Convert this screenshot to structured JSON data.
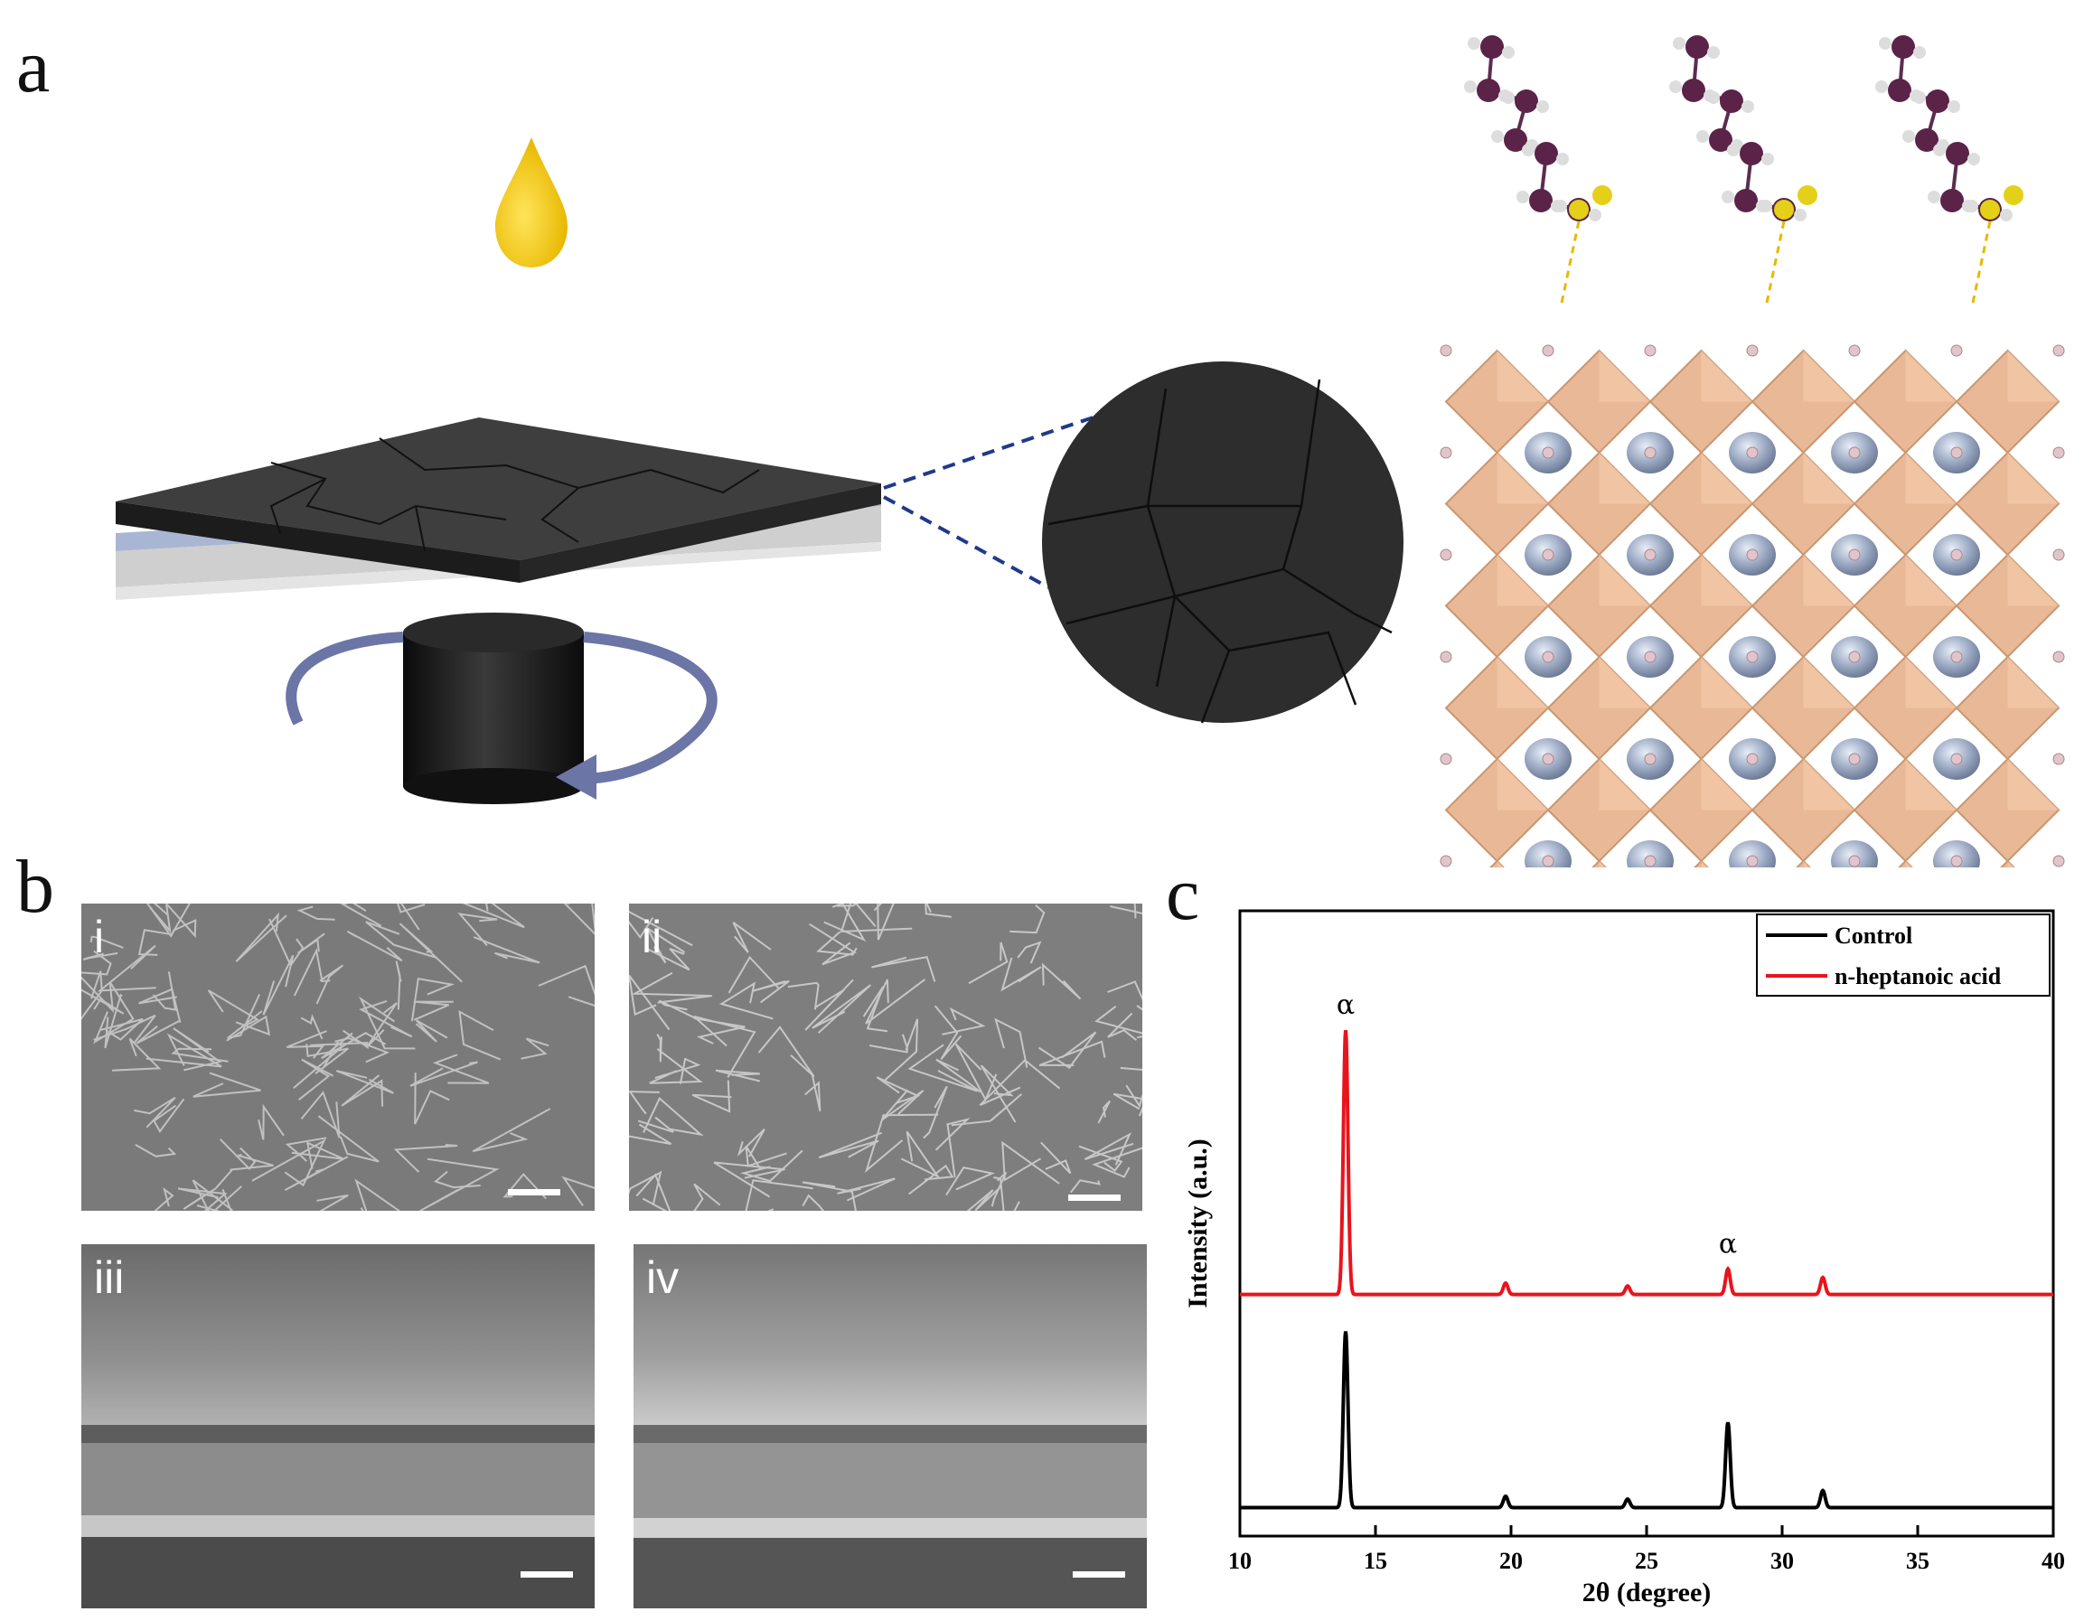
{
  "figure": {
    "panel_labels": {
      "a": "a",
      "b": "b",
      "c": "c"
    },
    "sem_labels": [
      "i",
      "ii",
      "iii",
      "iv"
    ]
  },
  "chart_data": {
    "type": "line",
    "xlabel": "2θ (degree)",
    "ylabel": "Intensity (a.u.)",
    "xlim": [
      10,
      40
    ],
    "xticks": [
      10,
      15,
      20,
      25,
      30,
      35,
      40
    ],
    "legend_position": "top-right",
    "grid": false,
    "peak_annotations": [
      {
        "x": 13.9,
        "label": "α"
      },
      {
        "x": 28.0,
        "label": "α"
      }
    ],
    "series": [
      {
        "name": "Control",
        "color": "#000000",
        "baseline": 0.0,
        "peaks": [
          [
            13.9,
            0.62
          ],
          [
            19.8,
            0.04
          ],
          [
            24.3,
            0.03
          ],
          [
            28.0,
            0.3
          ],
          [
            31.5,
            0.06
          ]
        ]
      },
      {
        "name": "n-heptanoic acid",
        "color": "#e8141c",
        "baseline": 0.75,
        "peaks": [
          [
            13.9,
            1.68
          ],
          [
            19.8,
            0.04
          ],
          [
            24.3,
            0.03
          ],
          [
            28.0,
            0.84
          ],
          [
            31.5,
            0.06
          ]
        ]
      }
    ]
  }
}
